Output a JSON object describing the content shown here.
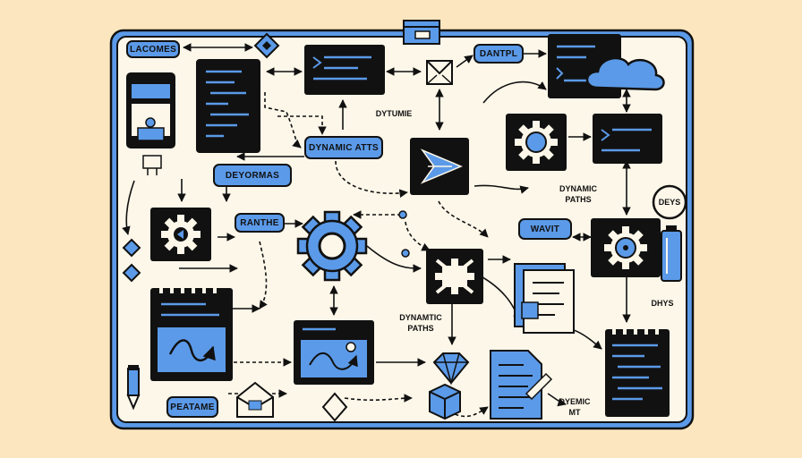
{
  "labels": {
    "top_left": "LACOMES",
    "top_center": "DANTPL",
    "dytumie": "DYTUMIE",
    "dynamic_atts": "DYNAMIC ATTS",
    "deyormas": "DEYORMAS",
    "ranthe": "RANTHE",
    "wavit": "WAVIT",
    "deys": "DEYS",
    "dhys": "DHYS",
    "peatame": "PEATAME"
  },
  "captions": {
    "dynamic_paths_right": [
      "DYNAMIC",
      "PATHS"
    ],
    "dynamtic_paths_center": [
      "DYNAMTIC",
      "PATHS"
    ],
    "dyemic_mt": [
      "DYEMIC",
      "MT"
    ]
  },
  "colors": {
    "background": "#fbe6bf",
    "panel": "#fdf7e9",
    "accent_blue": "#5b9ae8",
    "ink": "#111111"
  },
  "icons": [
    "code-window-icon",
    "mail-icon",
    "cloud-icon",
    "gear-icon",
    "send-arrow-icon",
    "mobile-phone-icon",
    "notepad-icon",
    "document-icon",
    "cube-icon",
    "diamond-icon",
    "pencil-icon",
    "battery-icon",
    "bug-icon"
  ]
}
